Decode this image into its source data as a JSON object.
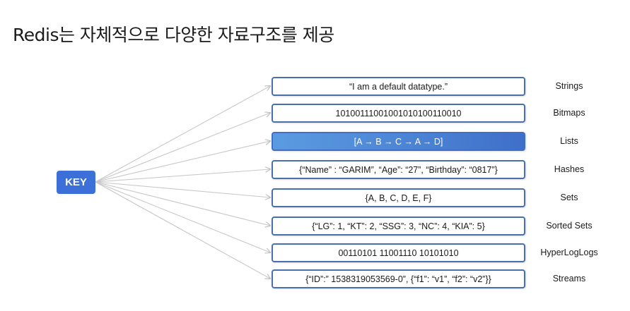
{
  "title": "Redis는 자체적으로 다양한 자료구조를 제공",
  "key_label": "KEY",
  "colors": {
    "key_fill": "#3d6fd9",
    "box_border": "#4a6fae",
    "highlight": "#4d86d6",
    "connector": "#c8c8c8"
  },
  "types": [
    {
      "name": "Strings",
      "value": "“I am a default datatype.”"
    },
    {
      "name": "Bitmaps",
      "value": "10100111001001010100110010"
    },
    {
      "name": "Lists",
      "value": "[A → B → C → A → D]",
      "highlighted": true
    },
    {
      "name": "Hashes",
      "value": "{“Name” : “GARIM”, “Age”: “27”, “Birthday”: “0817”}"
    },
    {
      "name": "Sets",
      "value": "{A, B, C, D, E, F}"
    },
    {
      "name": "Sorted Sets",
      "value": "{“LG”: 1, “KT”: 2, “SSG”: 3, “NC”: 4, “KIA”: 5}"
    },
    {
      "name": "HyperLogLogs",
      "value": "00110101 11001110 10101010"
    },
    {
      "name": "Streams",
      "value": "{“ID”:” 1538319053569-0”, {“f1”: “v1”, “f2”: “v2”}}"
    }
  ]
}
